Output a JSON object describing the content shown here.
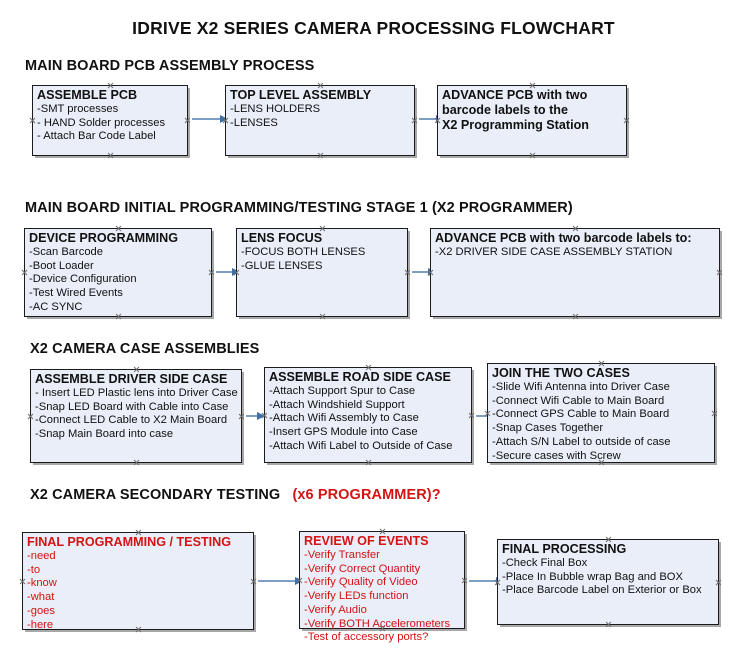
{
  "title": "IDRIVE X2  SERIES CAMERA PROCESSING FLOWCHART",
  "sections": [
    {
      "heading": "MAIN BOARD PCB ASSEMBLY PROCESS",
      "heading_red": ""
    },
    {
      "heading": "MAIN BOARD INITIAL PROGRAMMING/TESTING STAGE 1 (X2 PROGRAMMER)",
      "heading_red": ""
    },
    {
      "heading": "X2 CAMERA CASE ASSEMBLIES",
      "heading_red": ""
    },
    {
      "heading": "X2 CAMERA SECONDARY TESTING",
      "heading_red": "(x6 PROGRAMMER)?"
    }
  ],
  "nodes": {
    "assemble_pcb": {
      "header": "ASSEMBLE PCB",
      "lines": [
        " -SMT processes",
        "- HAND Solder processes",
        "- Attach Bar Code Label"
      ]
    },
    "top_level_assembly": {
      "header": "TOP LEVEL ASSEMBLY",
      "lines": [
        "-LENS HOLDERS",
        "-LENSES"
      ]
    },
    "advance_pcb_prog_station": {
      "header": "ADVANCE PCB with two",
      "lines": [
        "barcode labels to the",
        " X2 Programming Station"
      ]
    },
    "device_programming": {
      "header": "DEVICE PROGRAMMING",
      "lines": [
        "-Scan Barcode",
        "-Boot Loader",
        "-Device Configuration",
        "-Test Wired Events",
        "-AC SYNC"
      ]
    },
    "lens_focus": {
      "header": "LENS FOCUS",
      "lines": [
        "-FOCUS BOTH LENSES",
        "-GLUE LENSES"
      ]
    },
    "advance_pcb_case_station": {
      "header": "ADVANCE PCB with two barcode labels to:",
      "lines": [
        "-X2 DRIVER  SIDE  CASE  ASSEMBLY STATION"
      ]
    },
    "assemble_driver_side_case": {
      "header": "ASSEMBLE DRIVER SIDE CASE",
      "lines": [
        "- Insert LED Plastic lens into Driver Case",
        "-Snap LED Board with Cable into Case",
        "-Connect LED Cable to X2 Main Board",
        "-Snap Main Board into case"
      ]
    },
    "assemble_road_side_case": {
      "header": "ASSEMBLE ROAD SIDE CASE",
      "lines": [
        "-Attach Support Spur to Case",
        "-Attach Windshield Support",
        "-Attach Wifi Assembly to Case",
        "-Insert GPS Module into Case",
        "-Attach Wifi Label to Outside of Case"
      ]
    },
    "join_the_two_cases": {
      "header": "JOIN THE TWO CASES",
      "lines": [
        "-Slide Wifi Antenna into Driver Case",
        "-Connect Wifi Cable to Main Board",
        "-Connect GPS Cable to Main Board",
        "-Snap Cases Together",
        "-Attach S/N Label to outside of case",
        "-Secure cases with Screw"
      ]
    },
    "final_programming_testing": {
      "header": "FINAL PROGRAMMING / TESTING",
      "lines": [
        "-need",
        "-to",
        "-know",
        "-what",
        "-goes",
        "-here"
      ]
    },
    "review_of_events": {
      "header": "REVIEW OF EVENTS",
      "lines": [
        "-Verify Transfer",
        "-Verify Correct Quantity",
        "-Verify Quality of Video",
        "-Verify LEDs function",
        "-Verify Audio",
        "-Verify BOTH Accelerometers",
        "-Test of accessory ports?"
      ]
    },
    "final_processing": {
      "header": "FINAL PROCESSING",
      "lines": [
        " -Check Final Box",
        "-Place In Bubble wrap Bag and BOX",
        "-Place Barcode Label on Exterior or Box"
      ]
    }
  },
  "colors": {
    "node_fill": "#e9eef8",
    "node_border": "#1b1b1b",
    "connector": "#7e9fc4",
    "arrow_head": "#3f6fa8",
    "red_text": "#d41313",
    "text": "#111111"
  }
}
